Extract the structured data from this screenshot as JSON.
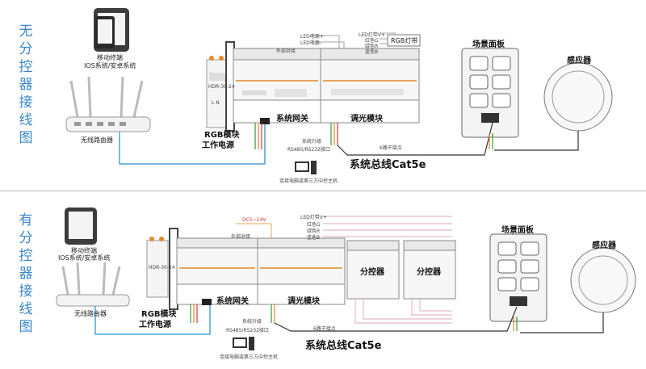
{
  "top": {
    "side_title": "无分控器接线图",
    "tablet_label_1": "移动终端",
    "tablet_label_2": "IOS系统/安卓系统",
    "router_label": "无线路由器",
    "psu_label_1": "RGB模块",
    "psu_label_2": "工作电源",
    "psu_model": "HDR-30-24",
    "psu_ln": "L    N",
    "gateway_label": "系统网关",
    "dimmer_label": "调光模块",
    "ext_port": "外部对接",
    "led_labels": [
      "LED电源+",
      "LED电源-",
      "LED灯带V+",
      "红色G",
      "绿色R",
      "蓝色B"
    ],
    "rgb_strip": "RGB灯带",
    "upgrade_label": "系统升级",
    "port_label": "RS485/RS232接口",
    "dry_contact": "6路干接点",
    "pc_label": "连接电脑或第三方中控主机",
    "bus_label": "系统总线Cat5e",
    "scene_panel": "场景面板",
    "sensor": "感应器"
  },
  "bottom": {
    "side_title": "有分控器接线图",
    "tablet_label_1": "移动终端",
    "tablet_label_2": "IOS系统/安卓系统",
    "router_label": "无线路由器",
    "psu_label_1": "RGB模块",
    "psu_label_2": "工作电源",
    "psu_model": "HDR-30-24",
    "dc_label": "DC5~24V",
    "gateway_label": "系统网关",
    "dimmer_label": "调光模块",
    "ext_port": "外部对接",
    "led_labels": [
      "LED灯带V+",
      "红色G",
      "绿色R",
      "蓝色B"
    ],
    "controller_1": "分控器",
    "controller_2": "分控器",
    "upgrade_label": "系统升级",
    "port_label": "RS485/RS232接口",
    "dry_contact": "6路干接点",
    "pc_label": "连接电脑或第三方中控主机",
    "bus_label": "系统总线Cat5e",
    "scene_panel": "场景面板",
    "sensor": "感应器"
  },
  "colors": {
    "title_blue": "#3a86c8",
    "bus_blue": "#4aa3d8",
    "wire_orange": "#e08a2a",
    "wire_green": "#3a9a3a",
    "wire_red": "#d23c3c",
    "wire_pink": "#d98aa0"
  }
}
